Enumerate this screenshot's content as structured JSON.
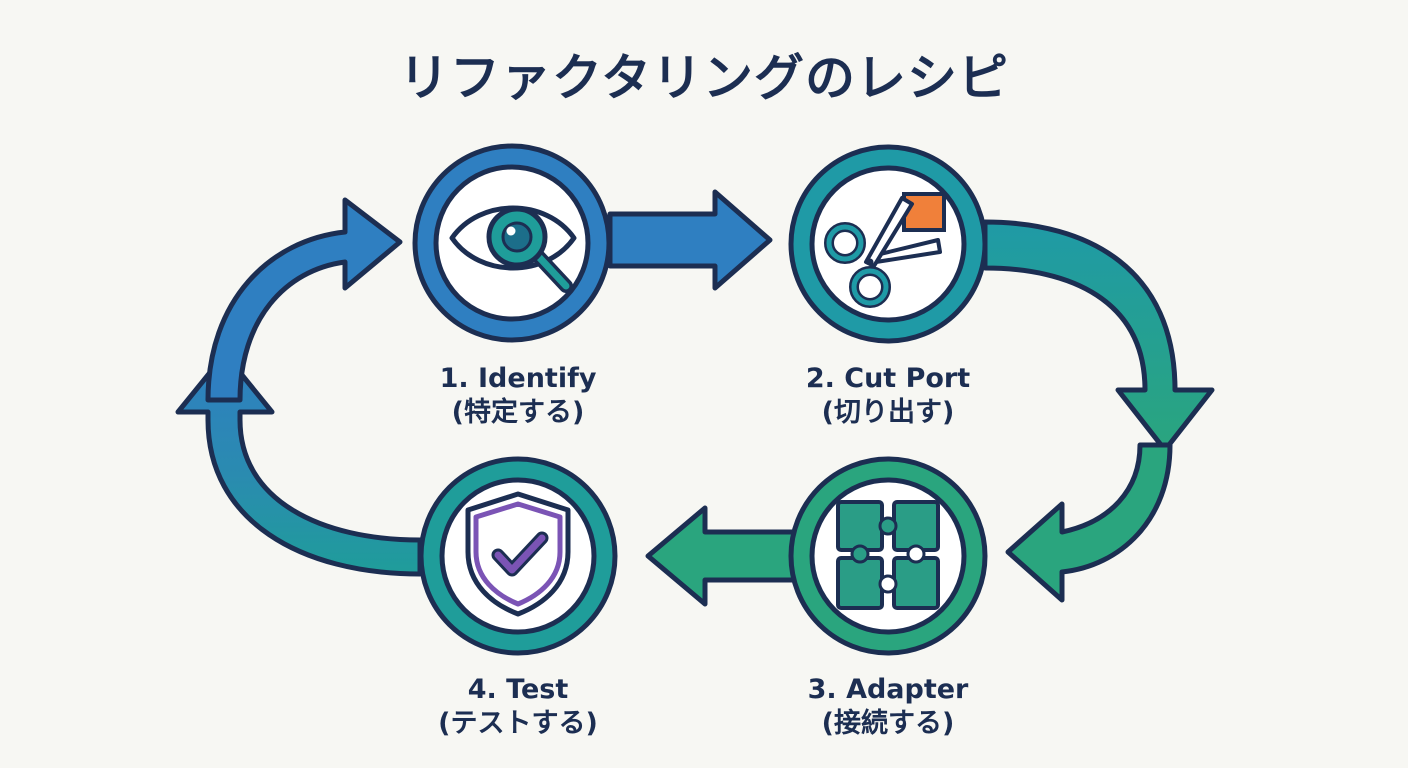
{
  "title": "リファクタリングのレシピ",
  "steps": [
    {
      "label": "1. Identify",
      "sublabel": "(特定する)",
      "icon": "eye-magnifier-icon"
    },
    {
      "label": "2. Cut Port",
      "sublabel": "(切り出す)",
      "icon": "scissors-icon"
    },
    {
      "label": "3. Adapter",
      "sublabel": "(接続する)",
      "icon": "puzzle-icon"
    },
    {
      "label": "4. Test",
      "sublabel": "(テストする)",
      "icon": "shield-check-icon"
    }
  ],
  "colors": {
    "outline": "#1c2e52",
    "blue": "#2f7fc1",
    "teal": "#1f9d9a",
    "green": "#2aa57e",
    "orange": "#f0803a",
    "purple": "#7b54b5",
    "background": "#f7f7f3"
  }
}
